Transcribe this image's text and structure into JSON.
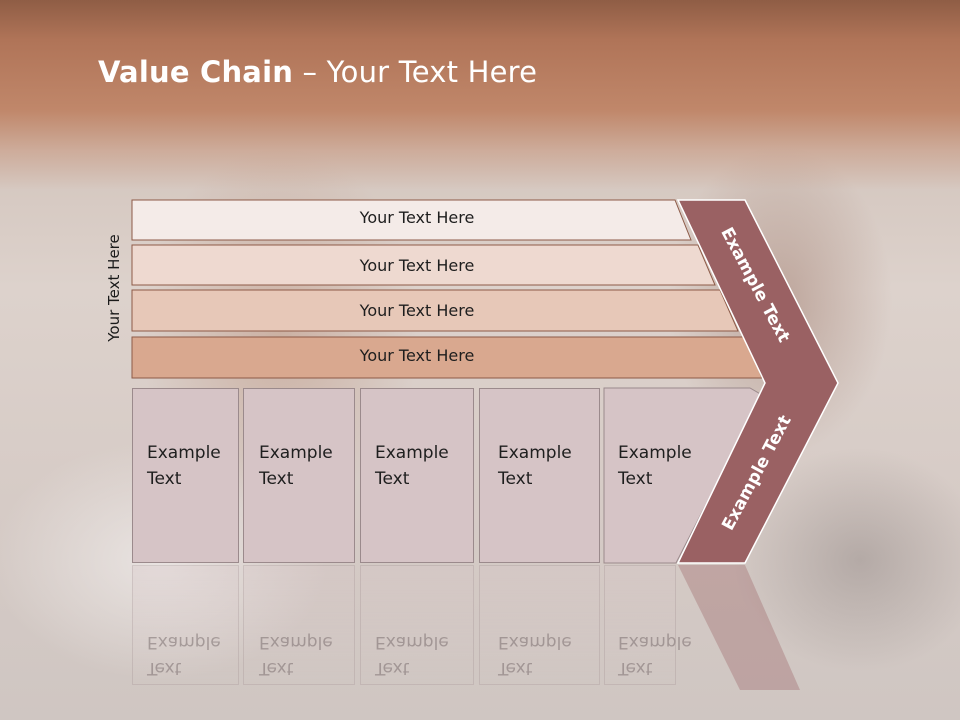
{
  "slide": {
    "title_bold": "Value Chain",
    "title_rest": " – Your Text Here",
    "vertical_label": "Your Text Here",
    "bars": [
      {
        "label": "Your Text Here",
        "color": "#f4ebe8"
      },
      {
        "label": "Your Text Here",
        "color": "#eed9d0"
      },
      {
        "label": "Your Text Here",
        "color": "#e7c8b8"
      },
      {
        "label": "Your Text Here",
        "color": "#d9a88f"
      }
    ],
    "boxes": [
      {
        "line1": "Example",
        "line2": "Text"
      },
      {
        "line1": "Example",
        "line2": "Text"
      },
      {
        "line1": "Example",
        "line2": "Text"
      },
      {
        "line1": "Example",
        "line2": "Text"
      },
      {
        "line1": "Example",
        "line2": "Text"
      }
    ],
    "chevron_upper_text": "Example Text",
    "chevron_lower_text": "Example Text",
    "colors": {
      "chevron": "#9a6163",
      "box_fill": "#d6c4c6",
      "title_band": "#b07458"
    }
  }
}
